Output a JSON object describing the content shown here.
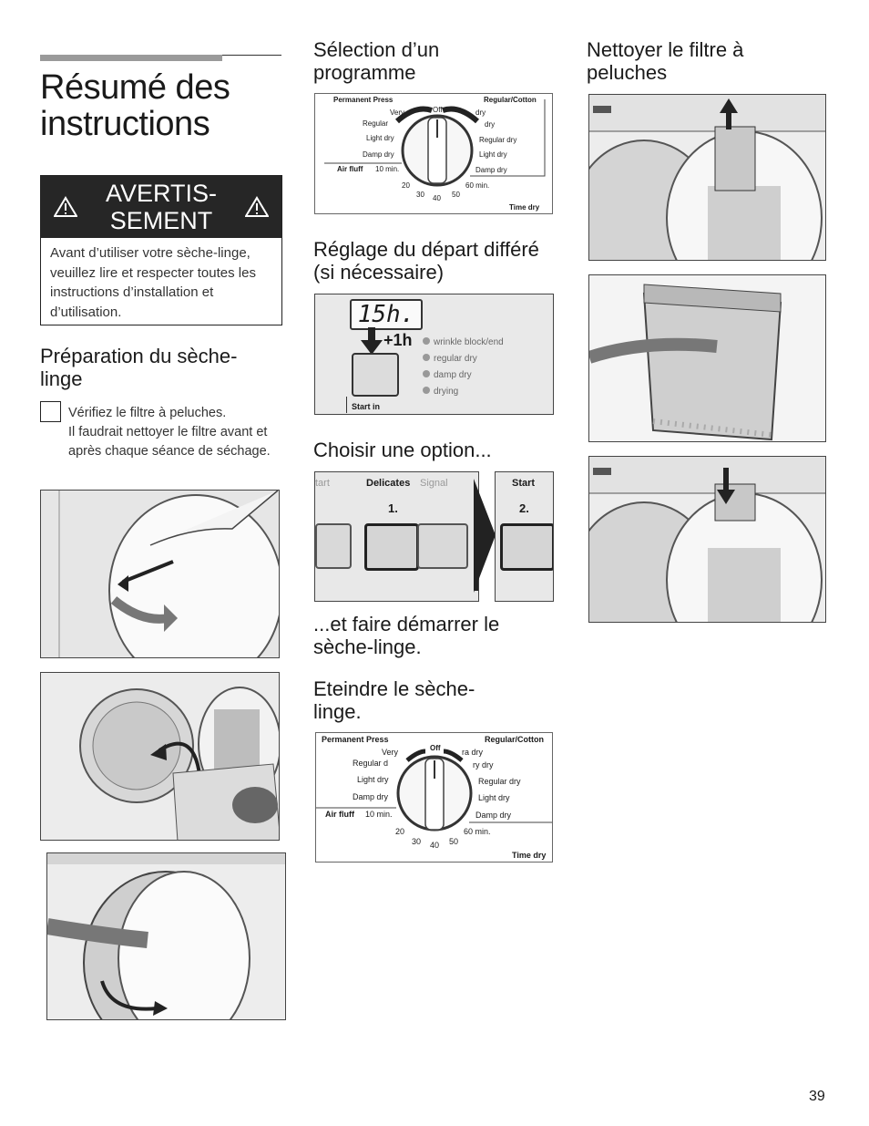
{
  "page": {
    "title": "Résumé des instructions",
    "page_number": "39"
  },
  "warning": {
    "title_line1": "AVERTIS-",
    "title_line2": "SEMENT",
    "body": "Avant d’utiliser votre sèche-linge, veuillez lire et respecter toutes les instructions d’installation et d’utilisation."
  },
  "prep": {
    "heading": "Préparation du sèche-linge",
    "check_line1": "Vérifiez le filtre à peluches.",
    "check_line2": "Il faudrait nettoyer le filtre avant et après chaque séance de séchage."
  },
  "programme": {
    "heading": "Sélection d’un programme",
    "dial": {
      "permanent_press": "Permanent Press",
      "regular_cotton": "Regular/Cotton",
      "off": "Off",
      "very": "Very",
      "dry_top": "dry",
      "regular_left": "Regular",
      "regular_right_dry": "dry",
      "light_dry": "Light dry",
      "damp_dry": "Damp dry",
      "regular_dry": "Regular dry",
      "light_dry_r": "Light dry",
      "damp_dry_r": "Damp dry",
      "air_fluff": "Air fluff",
      "ten_min": "10 min.",
      "t20": "20",
      "t30": "30",
      "t40": "40",
      "t50": "50",
      "sixty_min": "60 min.",
      "time_dry": "Time dry"
    }
  },
  "delay": {
    "heading": "Réglage du départ différé (si nécessaire)",
    "display": "15h.",
    "plus": "+1h",
    "status": [
      "wrinkle block/end",
      "regular dry",
      "damp dry",
      "drying"
    ],
    "start_in": "Start in"
  },
  "option": {
    "heading": "Choisir une option...",
    "tart": "tart",
    "delicates": "Delicates",
    "signal": "Signal",
    "step1": "1.",
    "start": "Start",
    "step2": "2."
  },
  "start_section": {
    "heading": "...et faire démarrer le sèche-linge."
  },
  "off_section": {
    "heading": "Eteindre le sèche-linge.",
    "dial": {
      "permanent_press": "Permanent Press",
      "regular_cotton": "Regular/Cotton",
      "off": "Off",
      "very": "Very",
      "dry_top": "ra dry",
      "regular_left": "Regular d",
      "regular_right_dry": "ry dry",
      "light_dry": "Light dry",
      "damp_dry": "Damp dry",
      "regular_dry": "Regular dry",
      "light_dry_r": "Light dry",
      "damp_dry_r": "Damp dry",
      "air_fluff": "Air fluff",
      "ten_min": "10 min.",
      "t20": "20",
      "t30": "30",
      "t40": "40",
      "t50": "50",
      "sixty_min": "60 min.",
      "time_dry": "Time dry"
    }
  },
  "filter": {
    "heading": "Nettoyer le filtre à peluches"
  }
}
